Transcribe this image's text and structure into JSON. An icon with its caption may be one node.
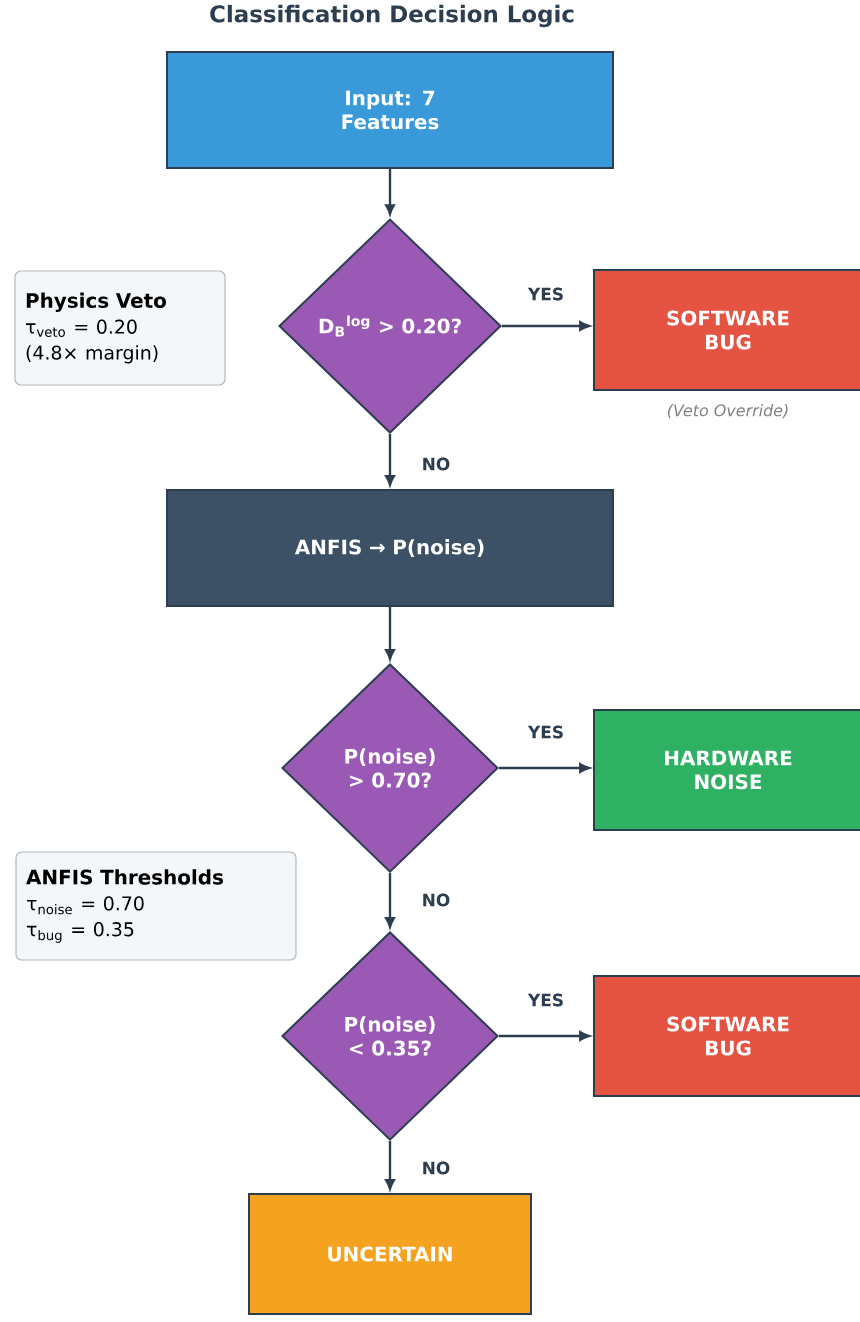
{
  "diagram": {
    "title": "Classification Decision Logic",
    "nodes": [
      {
        "text": [
          "Input: 7 Features"
        ]
      },
      {
        "text": [
          "Physics Veto",
          "τ$_{veto}$ = 0.20",
          "(4.8× margin)"
        ]
      },
      {
        "text": [
          "D$_{B}$$^{log}$ > 0.20?"
        ]
      },
      {
        "text": [
          "SOFTWARE BUG"
        ],
        "beside": [
          "(Veto Override)"
        ]
      },
      {
        "text": [
          "ANFIS → P(noise)"
        ]
      },
      {
        "text": [
          "P(noise) > 0.70?"
        ]
      },
      {
        "text": [
          "HARDWARE NOISE"
        ]
      },
      {
        "text": [
          "ANFIS Thresholds",
          "τ$_{noise}$ = 0.70",
          "τ$_{bug}$ = 0.35"
        ]
      },
      {
        "text": [
          "P(noise) < 0.35?"
        ]
      },
      {
        "text": [
          "SOFTWARE BUG"
        ]
      },
      {
        "text": [
          "UNCERTAIN"
        ]
      }
    ],
    "edges": [
      {
        "from": 0,
        "to": 2,
        "arrow": "to"
      },
      {
        "from": 2,
        "to": 3,
        "arrow": "to",
        "label": "YES"
      },
      {
        "from": 2,
        "to": 4,
        "arrow": "to",
        "label": "NO"
      },
      {
        "from": 4,
        "to": 5,
        "arrow": "to"
      },
      {
        "from": 5,
        "to": 6,
        "arrow": "to",
        "label": "YES"
      },
      {
        "from": 5,
        "to": 8,
        "arrow": "to",
        "label": "NO"
      },
      {
        "from": 8,
        "to": 9,
        "arrow": "to",
        "label": "YES"
      },
      {
        "from": 8,
        "to": 10,
        "arrow": "to",
        "label": "NO"
      }
    ]
  }
}
